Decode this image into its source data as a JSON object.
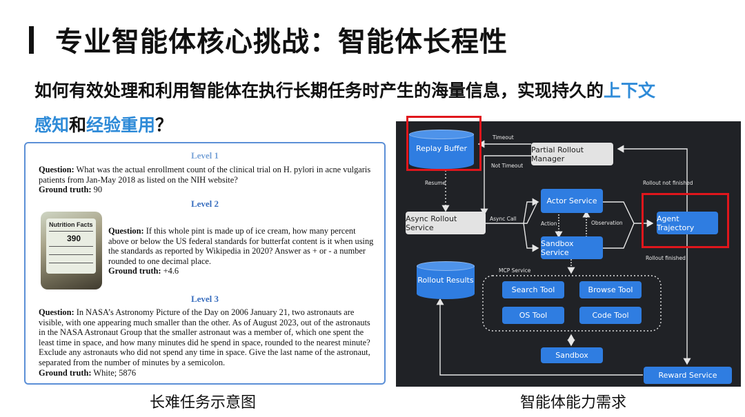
{
  "header": {
    "title": "专业智能体核心挑战：智能体长程性"
  },
  "question": {
    "line1_prefix": "如何有效处理和利用智能体在执行长期任务时产生的海量信息，实现持久的",
    "line1_hl": "上下文",
    "line2_hl1": "感知",
    "line2_mid": "和",
    "line2_hl2": "经验重用",
    "line2_end": "？"
  },
  "left_panel": {
    "level1": "Level 1",
    "q1_label": "Question:",
    "q1_text": "What was the actual enrollment count of the clinical trial on H. pylori in acne vulgaris patients from Jan-May 2018 as listed on the NIH website?",
    "gt_label": "Ground truth:",
    "gt1": "90",
    "level2": "Level 2",
    "q2_text": "If this whole pint is made up of ice cream, how many percent above or below the US federal standards for butterfat content is it when using the standards as reported by Wikipedia in 2020? Answer as + or - a number rounded to one decimal place.",
    "gt2": "+4.6",
    "photo_label": "Nutrition Facts",
    "photo_number": "390",
    "level3": "Level 3",
    "q3_text": "In NASA’s Astronomy Picture of the Day on 2006 January 21, two astronauts are visible, with one appearing much smaller than the other. As of August 2023, out of the astronauts in the NASA Astronaut Group that the smaller astronaut was a member of, which one spent the least time in space, and how many minutes did he spend in space, rounded to the nearest minute? Exclude any astronauts who did not spend any time in space. Give the last name of the astronaut, separated from the number of minutes by a semicolon.",
    "gt3": "White; 5876",
    "caption": "长难任务示意图"
  },
  "diagram": {
    "replay_buffer": "Replay Buffer",
    "partial_rollout_manager": "Partial Rollout Manager",
    "timeout": "Timeout",
    "not_timeout": "Not Timeout",
    "resume": "Resume",
    "rollout_not_finished": "Rollout not finished",
    "async_rollout_service": "Async Rollout Service",
    "async_call": "Async Call",
    "actor_service": "Actor Service",
    "action": "Action",
    "observation": "Observation",
    "sandbox_service": "Sandbox Service",
    "agent_trajectory": "Agent Trajectory",
    "rollout_finished": "Rollout finished",
    "rollout_results": "Rollout Results",
    "mcp_service": "MCP Service",
    "search_tool": "Search Tool",
    "browse_tool": "Browse Tool",
    "os_tool": "OS Tool",
    "code_tool": "Code Tool",
    "sandbox": "Sandbox",
    "reward_service": "Reward Service",
    "caption": "智能体能力需求"
  },
  "colors": {
    "accent": "#2f8bd8",
    "node_blue": "#2f7de1",
    "highlight_red": "#e0161c",
    "diagram_bg": "#202226"
  }
}
